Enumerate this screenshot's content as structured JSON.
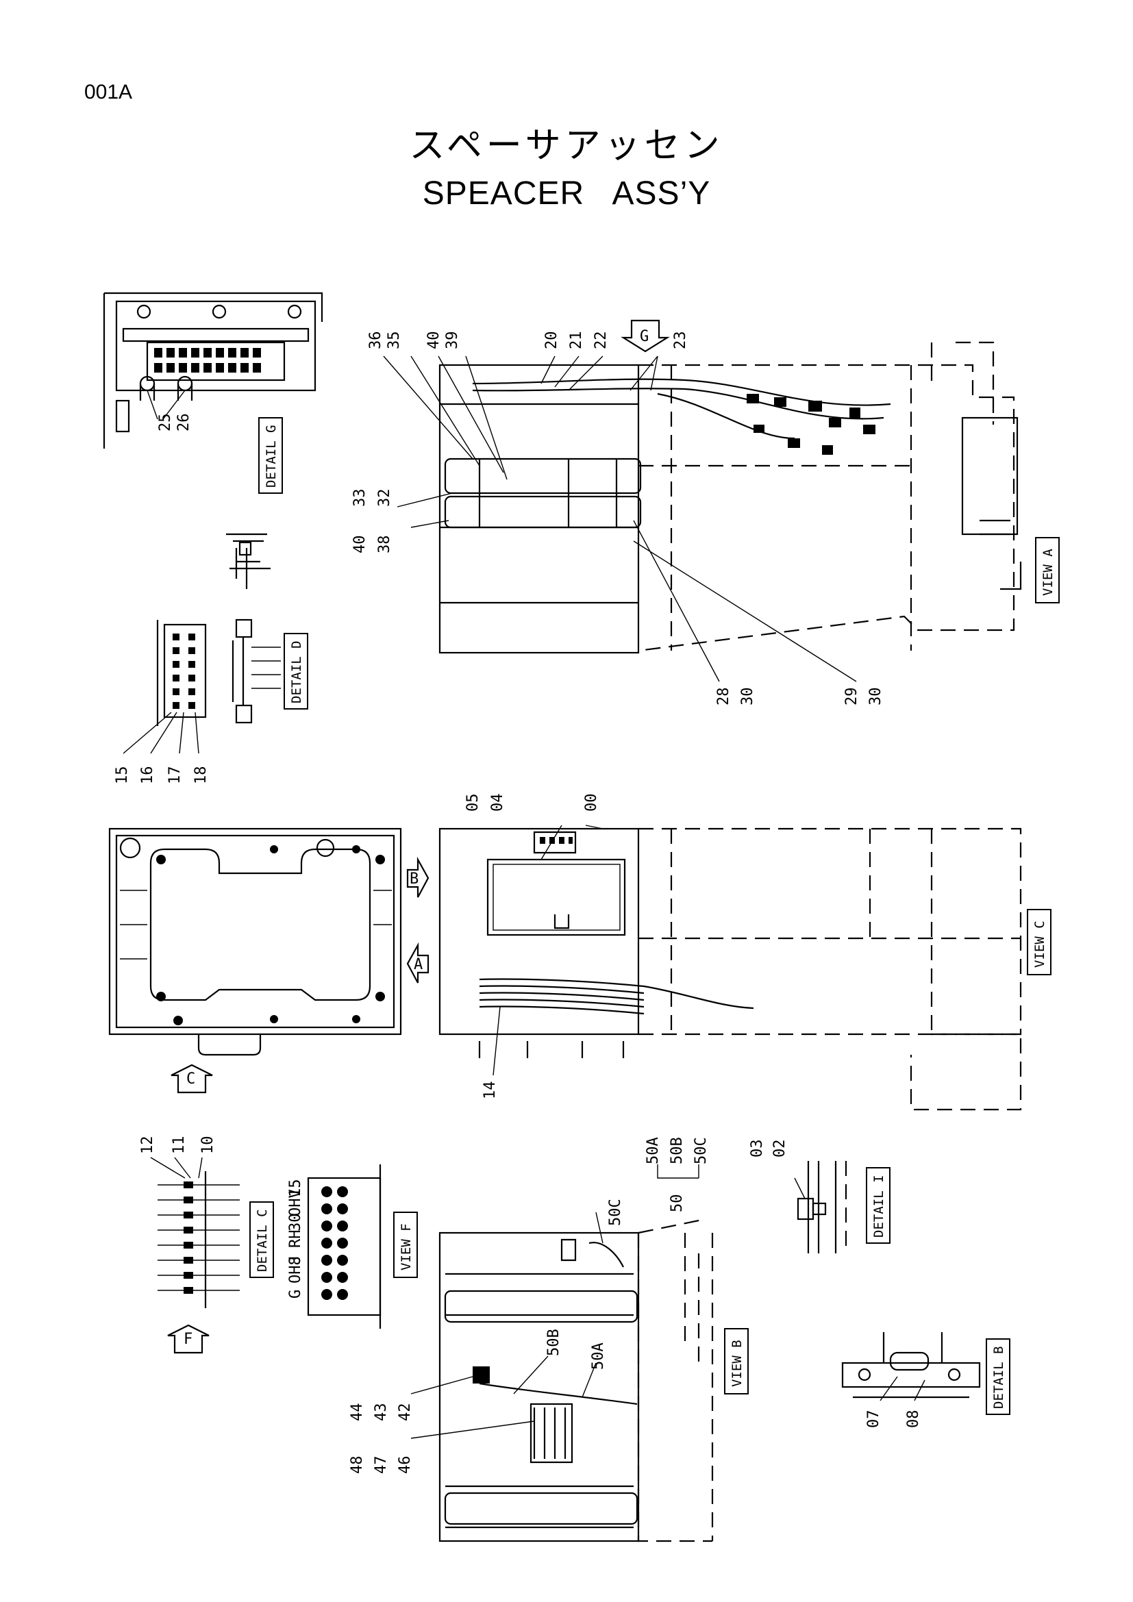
{
  "page_id": "001A",
  "title_jp": "スペーサアッセン",
  "title_en": "SPEACER   ASS’Y",
  "tags": {
    "detail_g": "DETAIL G",
    "detail_d": "DETAIL D",
    "detail_c": "DETAIL C",
    "detail_i": "DETAIL I",
    "detail_b": "DETAIL B",
    "view_a": "VIEW A",
    "view_c": "VIEW C",
    "view_b": "VIEW B",
    "view_f": "VIEW F"
  },
  "arrows": {
    "g": "G",
    "b": "B",
    "a": "A",
    "c": "C",
    "f": "F"
  },
  "callouts": {
    "c36": "36",
    "c35": "35",
    "c40a": "40",
    "c39": "39",
    "c20": "20",
    "c21": "21",
    "c22": "22",
    "c23": "23",
    "c33": "33",
    "c32": "32",
    "c40b": "40",
    "c38": "38",
    "c28": "28",
    "c30a": "30",
    "c29": "29",
    "c30b": "30",
    "c25": "25",
    "c26": "26",
    "c15": "15",
    "c16": "16",
    "c17": "17",
    "c18": "18",
    "c05": "05",
    "c04": "04",
    "c00": "00",
    "c14": "14",
    "c12": "12",
    "c11": "11",
    "c10": "10",
    "c50a_top": "50A",
    "c50b_top": "50B",
    "c50c_top": "50C",
    "c50": "50",
    "c03": "03",
    "c02": "02",
    "c50c": "50C",
    "c50b": "50B",
    "c50a": "50A",
    "c44": "44",
    "c43": "43",
    "c42": "42",
    "c48": "48",
    "c47": "47",
    "c46": "46",
    "c07": "07",
    "c08": "08"
  },
  "view_f_labels": [
    "15",
    "OHV",
    "30",
    "RH",
    "J",
    "OH8",
    "G"
  ]
}
